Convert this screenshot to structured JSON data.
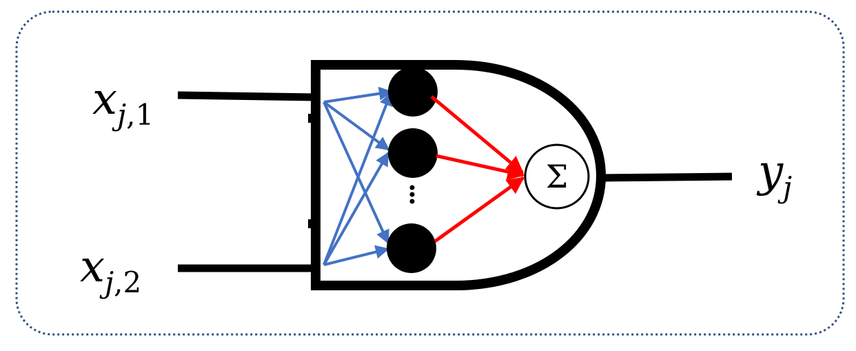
{
  "inputs": [
    {
      "var": "x",
      "sub_index": "j",
      "sub_sep": ",",
      "sub_num": "1"
    },
    {
      "var": "x",
      "sub_index": "j",
      "sub_sep": ",",
      "sub_num": "2"
    }
  ],
  "output": {
    "var": "y",
    "sub_index": "j"
  },
  "summation_symbol": "Σ",
  "colors": {
    "outline": "#000000",
    "border_dotted": "#2F4F7F",
    "input_weights": "#4472C4",
    "output_weights": "#FF0000",
    "neuron_fill": "#000000",
    "sum_fill": "#FFFFFF"
  }
}
